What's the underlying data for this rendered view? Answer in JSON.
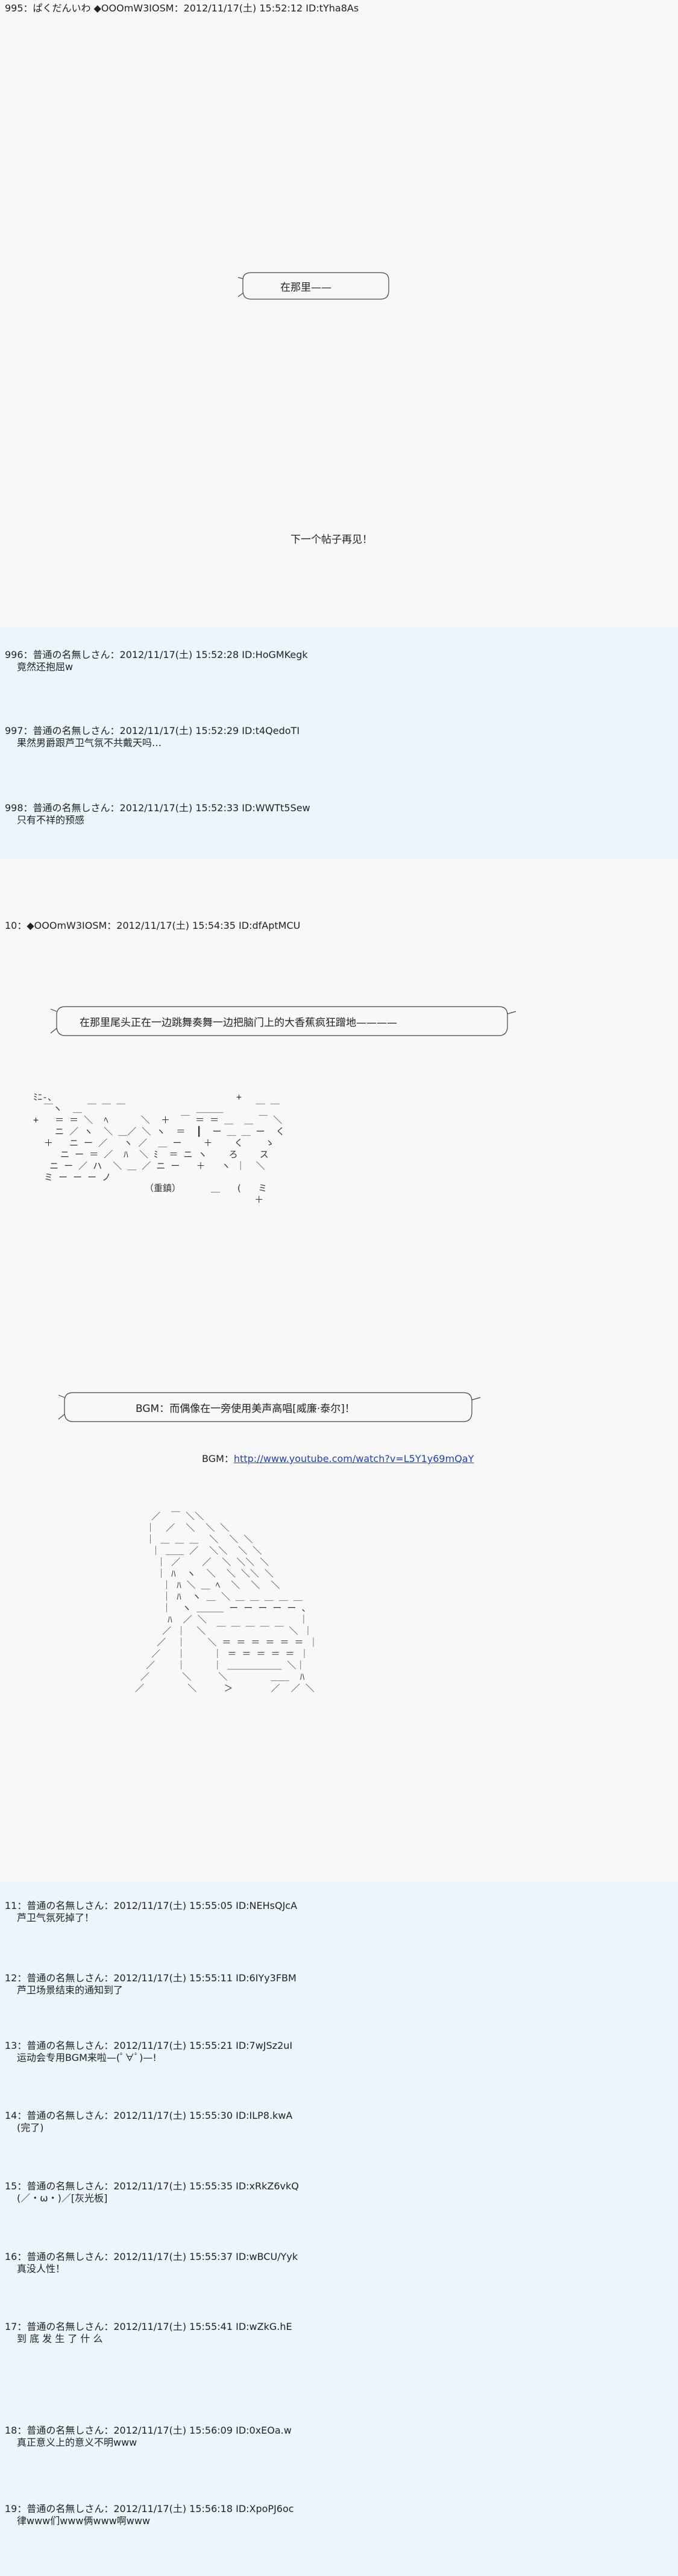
{
  "posts_top": [
    {
      "header": "995：ぱくだんいわ ◆OOOmW3IOSM：2012/11/17(土) 15:52:12 ID:tYha8As"
    }
  ],
  "bubble1": {
    "text": "在那里——"
  },
  "closing_line": "下一个帖子再见！",
  "posts_mid": [
    {
      "header": "996：普通の名無しさん：2012/11/17(土) 15:52:28 ID:HoGMKegk",
      "body": "竟然还抱屈w"
    },
    {
      "header": "997：普通の名無しさん：2012/11/17(土) 15:52:29 ID:t4QedoTI",
      "body": "果然男爵跟芦卫气氛不共戴天吗…"
    },
    {
      "header": "998：普通の名無しさん：2012/11/17(土) 15:52:33 ID:WWTt5Sew",
      "body": "只有不祥的预感"
    }
  ],
  "post10": {
    "header": "10：◆OOOmW3IOSM：2012/11/17(土) 15:54:35 ID:dfAptMCU"
  },
  "bubble2": {
    "text": "在那里尾头正在一边跳舞奏舞一边把脑门上的大香蕉疯狂蹭地————"
  },
  "aa1": {
    "label": "（重鎮）"
  },
  "bubble3": {
    "text": "BGM：而偶像在一旁使用美声高唱[威廉·泰尔]！"
  },
  "bgm": {
    "label": "BGM：",
    "url": "http://www.youtube.com/watch?v=L5Y1y69mQaY"
  },
  "posts_bottom": [
    {
      "header": "11：普通の名無しさん：2012/11/17(土) 15:55:05 ID:NEHsQJcA",
      "body": "芦卫气氛死掉了！"
    },
    {
      "header": "12：普通の名無しさん：2012/11/17(土) 15:55:11 ID:6IYy3FBM",
      "body": "芦卫场景结束的通知到了"
    },
    {
      "header": "13：普通の名無しさん：2012/11/17(土) 15:55:21 ID:7wJSz2uI",
      "body": "运动会专用BGM来啦—(ﾟ∀ﾟ)—!"
    },
    {
      "header": "14：普通の名無しさん：2012/11/17(土) 15:55:30 ID:ILP8.kwA",
      "body": "(完了)"
    },
    {
      "header": "15：普通の名無しさん：2012/11/17(土) 15:55:35 ID:xRkZ6vkQ",
      "body": "(／・ω・)／[灰光板]"
    },
    {
      "header": "16：普通の名無しさん：2012/11/17(土) 15:55:37 ID:wBCU/Yyk",
      "body": "真没人性！"
    },
    {
      "header": "17：普通の名無しさん：2012/11/17(土) 15:55:41 ID:wZkG.hE",
      "body": "到 底 发 生 了 什 么"
    },
    {
      "header": "18：普通の名無しさん：2012/11/17(土) 15:56:09 ID:0xEOa.w",
      "body": "真正意义上的意义不明www"
    },
    {
      "header": "19：普通の名無しさん：2012/11/17(土) 15:56:18 ID:XpoPJ6oc",
      "body": "律www们www俩www啊www"
    }
  ]
}
